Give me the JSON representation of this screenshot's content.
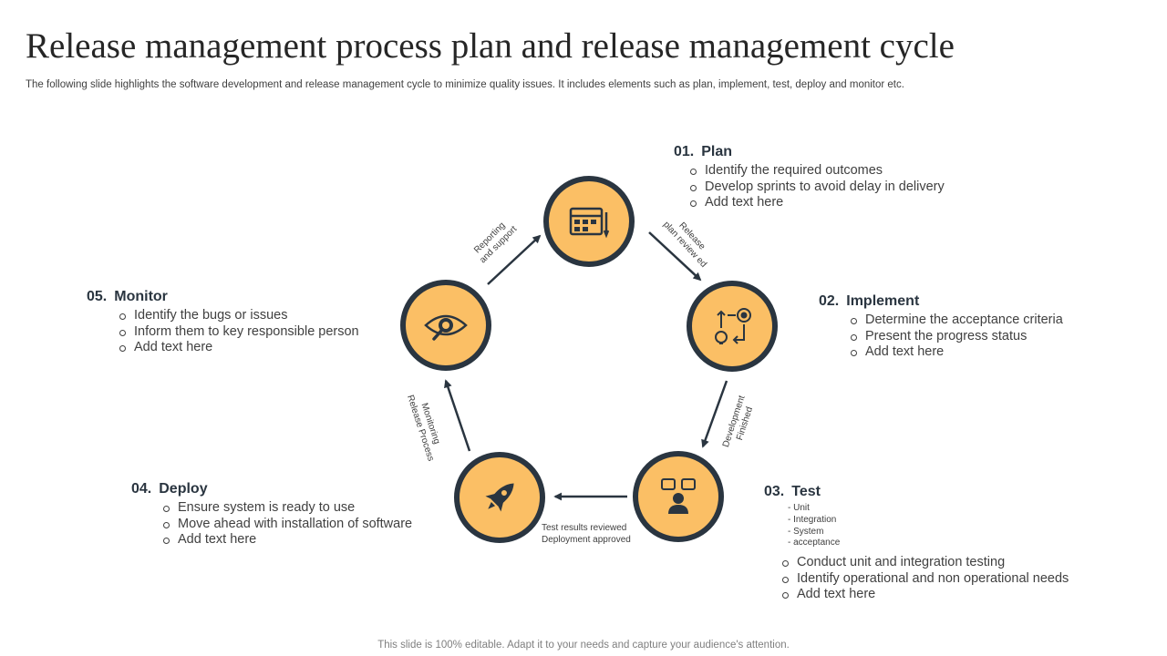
{
  "title": "Release management process plan and release management cycle",
  "subtitle": "The following slide highlights the software development and release management cycle to minimize quality issues. It includes elements such as plan, implement, test, deploy and monitor etc.",
  "footer": "This slide is 100% editable. Adapt it to your needs and capture your audience's attention.",
  "colors": {
    "ring": "#2a3540",
    "fill": "#fbbf65",
    "icon": "#2a3540",
    "text": "#404040",
    "title": "#262626"
  },
  "steps": [
    {
      "number": "01.",
      "title": "Plan",
      "icon": "calendar-icon",
      "bullets": [
        "Identify the required outcomes",
        "Develop sprints to avoid delay in delivery",
        "Add text here"
      ]
    },
    {
      "number": "02.",
      "title": "Implement",
      "icon": "gear-bulb-cycle-icon",
      "bullets": [
        "Determine the acceptance criteria",
        "Present the progress status",
        "Add text here"
      ]
    },
    {
      "number": "03.",
      "title": "Test",
      "icon": "user-feedback-icon",
      "sub_items": [
        "- Unit",
        "- Integration",
        "- System",
        "- acceptance"
      ],
      "bullets": [
        "Conduct unit and integration testing",
        "Identify operational and non operational needs",
        "Add text here"
      ]
    },
    {
      "number": "04.",
      "title": "Deploy",
      "icon": "rocket-icon",
      "bullets": [
        "Ensure system is ready to use",
        "Move ahead with installation of software",
        "Add text here"
      ]
    },
    {
      "number": "05.",
      "title": "Monitor",
      "icon": "eye-magnifier-icon",
      "bullets": [
        "Identify the bugs or issues",
        "Inform them to key responsible person",
        "Add text here"
      ]
    }
  ],
  "transitions": {
    "plan_to_implement": [
      "Release",
      "plan review ed"
    ],
    "implement_to_test": [
      "Development",
      "Finished"
    ],
    "test_to_deploy": [
      "Test results reviewed",
      "Deployment approved"
    ],
    "deploy_to_monitor": [
      "Monitoring",
      "Release Process"
    ],
    "monitor_to_plan": [
      "Reporting",
      "and support"
    ]
  }
}
